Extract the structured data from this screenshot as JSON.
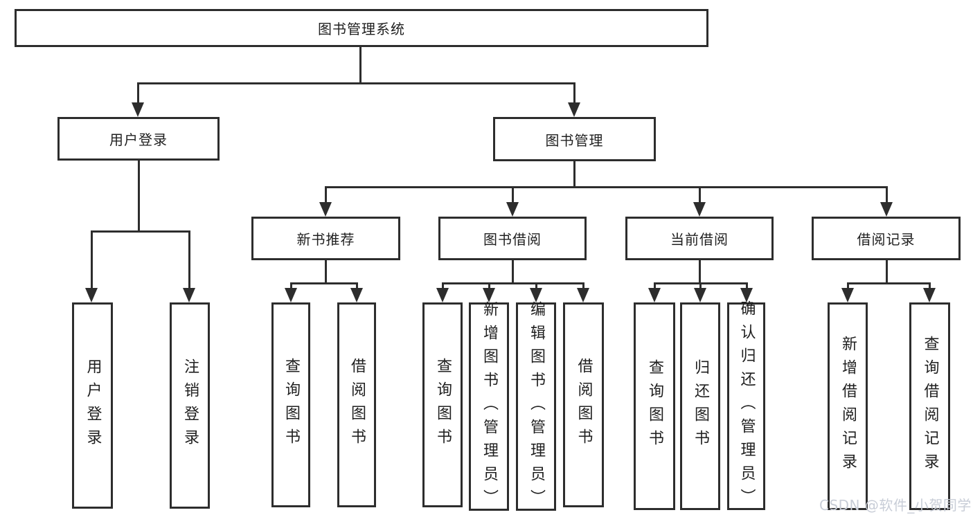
{
  "colors": {
    "line": "#2d2d2d",
    "text": "#1f1f1f",
    "watermark": "#c8cdd7",
    "background": "#ffffff"
  },
  "watermark": {
    "text": "CSDN @软件_小贺同学"
  },
  "nodes": {
    "root": {
      "label": "图书管理系统"
    },
    "user_login": {
      "label": "用户登录"
    },
    "book_mgmt": {
      "label": "图书管理"
    },
    "new_book_rec": {
      "label": "新书推荐"
    },
    "book_borrow": {
      "label": "图书借阅"
    },
    "current_borrow": {
      "label": "当前借阅"
    },
    "borrow_records": {
      "label": "借阅记录"
    },
    "leaf_user_login": {
      "label": "用户登录"
    },
    "leaf_logout": {
      "label": "注销登录"
    },
    "leaf_nb_query": {
      "label": "查询图书"
    },
    "leaf_nb_borrow": {
      "label": "借阅图书"
    },
    "leaf_bb_query": {
      "label": "查询图书"
    },
    "leaf_bb_add": {
      "label": "新增图书（管理员）"
    },
    "leaf_bb_edit": {
      "label": "编辑图书（管理员）"
    },
    "leaf_bb_borrow": {
      "label": "借阅图书"
    },
    "leaf_cb_query": {
      "label": "查询图书"
    },
    "leaf_cb_return": {
      "label": "归还图书"
    },
    "leaf_cb_confirm": {
      "label": "确认归还（管理员）"
    },
    "leaf_br_add": {
      "label": "新增借阅记录"
    },
    "leaf_br_query": {
      "label": "查询借阅记录"
    }
  }
}
